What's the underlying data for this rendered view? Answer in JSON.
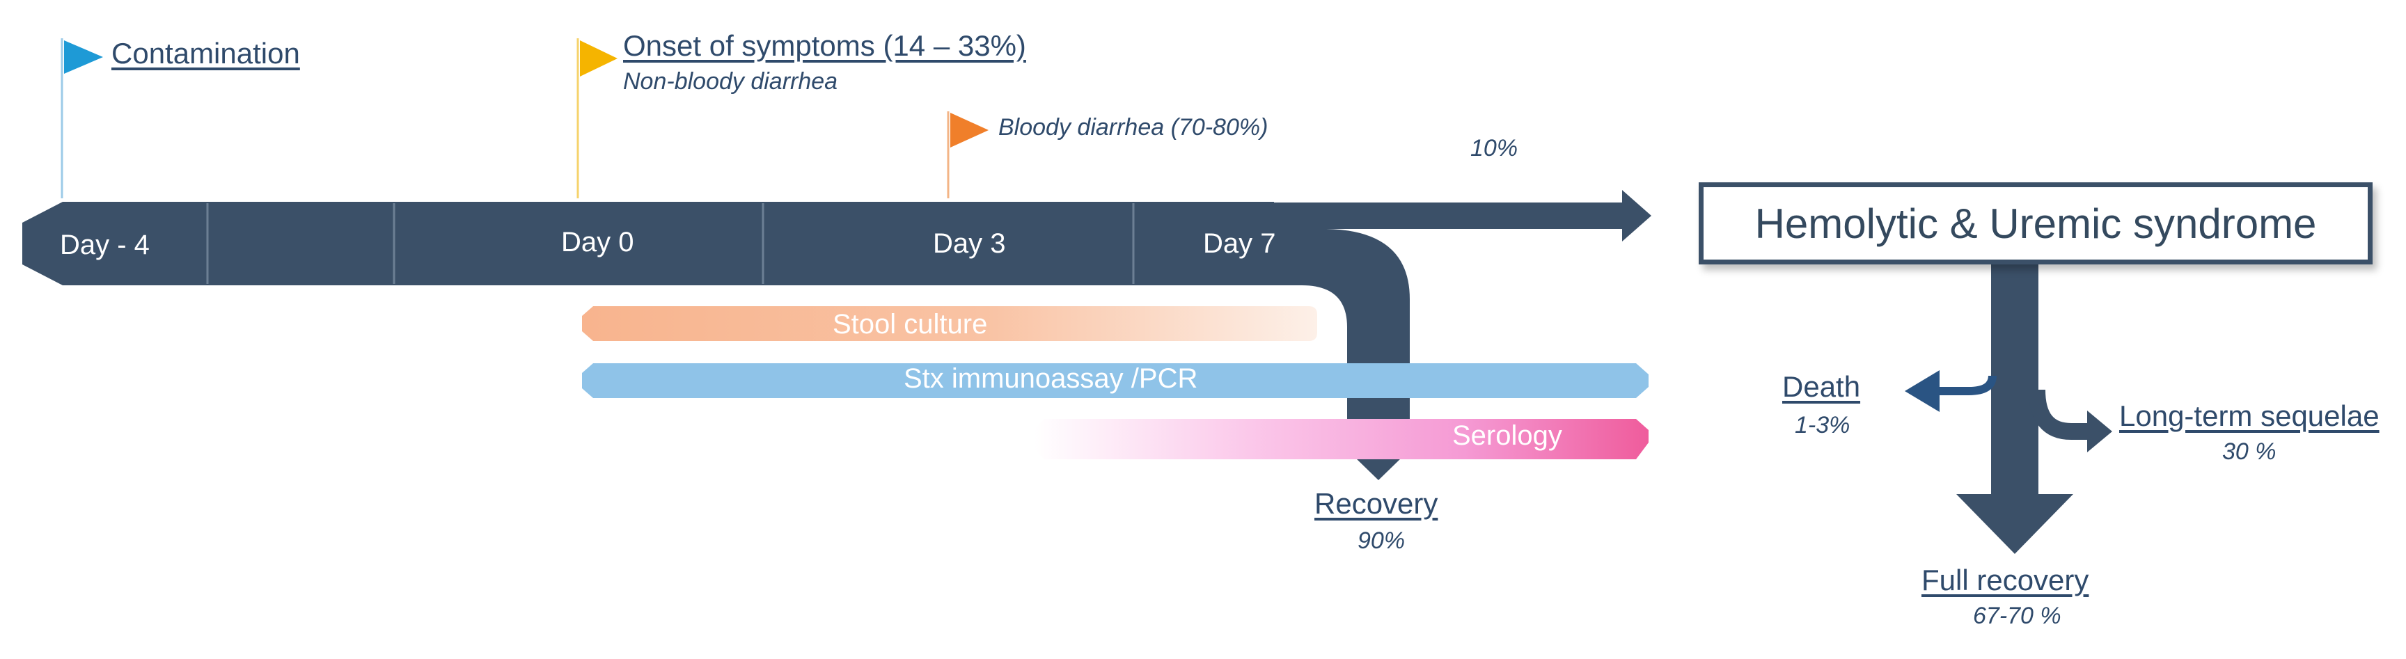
{
  "events": {
    "contamination": "Contamination",
    "onset": "Onset of symptoms (14 – 33%)",
    "onset_sub": "Non-bloody diarrhea",
    "bloody": "Bloody diarrhea (70-80%)",
    "hus_pct": "10%"
  },
  "timeline": {
    "days": [
      "Day - 4",
      "Day 0",
      "Day 3",
      "Day 7"
    ]
  },
  "tests": {
    "stool": "Stool culture",
    "stx": "Stx immunoassay /PCR",
    "serology": "Serology"
  },
  "outcomes": {
    "recovery": "Recovery",
    "recovery_pct": "90%",
    "hus": "Hemolytic & Uremic syndrome",
    "death": "Death",
    "death_pct": "1-3%",
    "sequelae": "Long-term sequelae",
    "sequelae_pct": "30 %",
    "full_recovery": "Full recovery",
    "full_recovery_pct": "67-70 %"
  },
  "colors": {
    "timeline": "#3b5068",
    "flag_contamination": "#1e9ad6",
    "flag_onset": "#f5b400",
    "flag_bloody": "#f07f2a",
    "stool_bar": "#f8b48e",
    "stx_bar": "#8fc3e8",
    "serology_bar": "#f06aa8"
  }
}
